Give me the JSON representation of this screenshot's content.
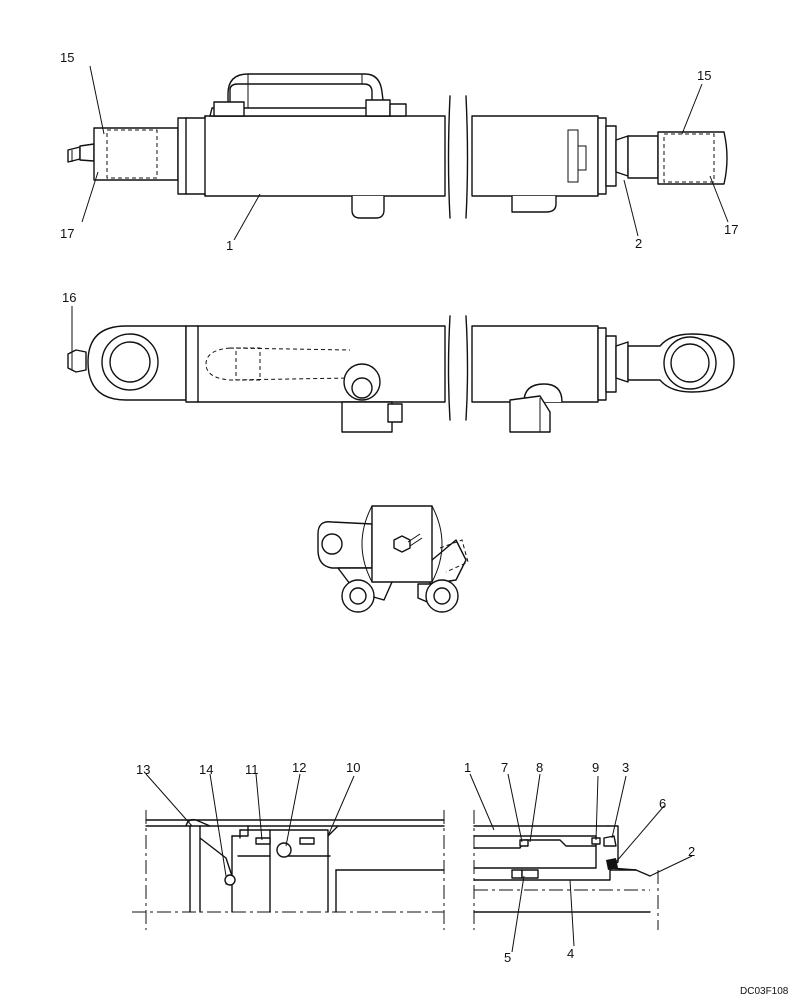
{
  "callouts": {
    "c1": "1",
    "c2": "2",
    "c3": "3",
    "c4": "4",
    "c5": "5",
    "c6": "6",
    "c7": "7",
    "c8": "8",
    "c9": "9",
    "c10": "10",
    "c11": "11",
    "c12": "12",
    "c13": "13",
    "c14": "14",
    "c15": "15",
    "c16": "16",
    "c17": "17"
  },
  "figure_code": "DC03F108"
}
